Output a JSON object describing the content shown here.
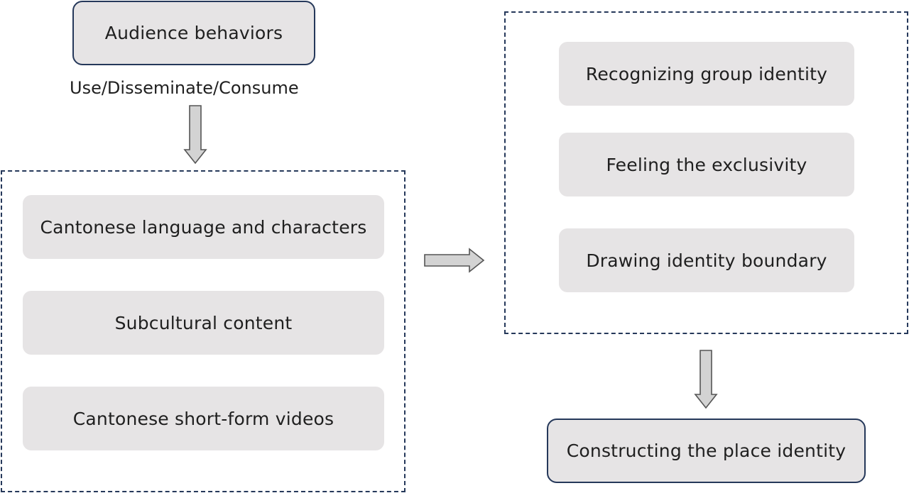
{
  "top": {
    "title": "Audience behaviors",
    "caption": "Use/Disseminate/Consume"
  },
  "left_group": {
    "items": [
      "Cantonese language and characters",
      "Subcultural content",
      "Cantonese short-form videos"
    ]
  },
  "right_group": {
    "items": [
      "Recognizing group identity",
      "Feeling the exclusivity",
      "Drawing identity boundary"
    ]
  },
  "result": {
    "title": "Constructing the place identity"
  },
  "colors": {
    "box_fill": "#e6e4e5",
    "border": "#25385a",
    "arrow_fill": "#d3d3d3",
    "arrow_stroke": "#555555"
  }
}
